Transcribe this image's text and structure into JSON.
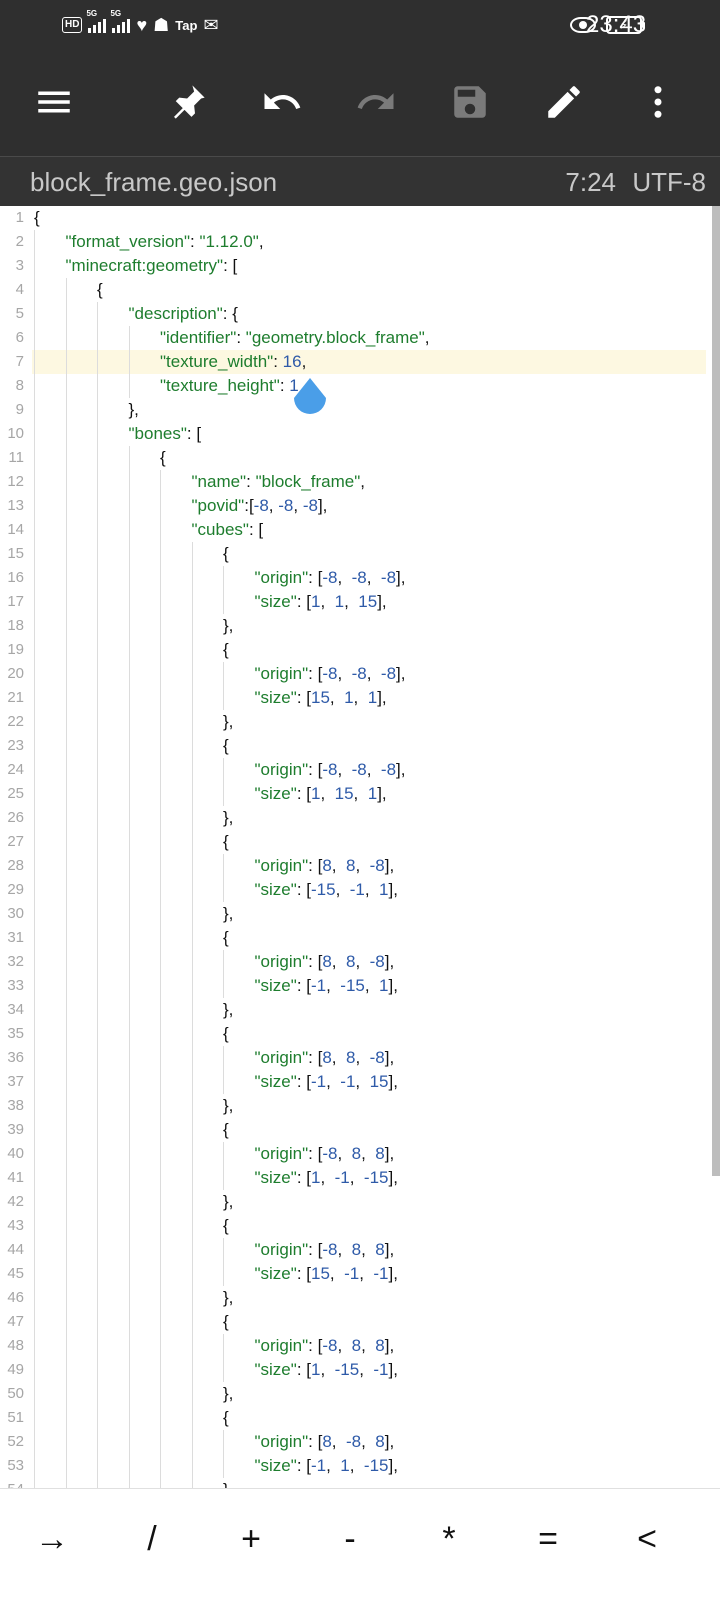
{
  "status_bar": {
    "hd_label": "HD",
    "signal_1_label": "5G",
    "signal_2_label": "5G",
    "tap_label": "Tap",
    "time": "23:43"
  },
  "toolbar": {
    "icons": [
      "menu-icon",
      "pin-icon",
      "undo-icon",
      "redo-icon",
      "save-icon",
      "edit-icon",
      "more-icon"
    ],
    "colors": {
      "background": "#2f2f2f",
      "active": "#ffffff",
      "disabled": "#7a7a7a"
    }
  },
  "file": {
    "name": "block_frame.geo.json",
    "cursor_position": "7:24",
    "encoding": "UTF-8"
  },
  "editor": {
    "current_line": 7,
    "colors": {
      "key": "#1e7d2e",
      "number": "#2e5aa8",
      "line_number": "#a6a6a6",
      "current_line_bg": "#fdf8e1"
    },
    "lines": [
      {
        "num": "1",
        "indent": 0,
        "parts": [
          [
            "p",
            "{"
          ]
        ]
      },
      {
        "num": "2",
        "indent": 1,
        "parts": [
          [
            "k",
            "\"format_version\""
          ],
          [
            "p",
            ": "
          ],
          [
            "s",
            "\"1.12.0\""
          ],
          [
            "p",
            ","
          ]
        ]
      },
      {
        "num": "3",
        "indent": 1,
        "parts": [
          [
            "k",
            "\"minecraft:geometry\""
          ],
          [
            "p",
            ": ["
          ]
        ]
      },
      {
        "num": "4",
        "indent": 2,
        "parts": [
          [
            "p",
            "{"
          ]
        ]
      },
      {
        "num": "5",
        "indent": 3,
        "parts": [
          [
            "k",
            "\"description\""
          ],
          [
            "p",
            ": {"
          ]
        ]
      },
      {
        "num": "6",
        "indent": 4,
        "parts": [
          [
            "k",
            "\"identifier\""
          ],
          [
            "p",
            ": "
          ],
          [
            "s",
            "\"geometry.block_frame\""
          ],
          [
            "p",
            ","
          ]
        ]
      },
      {
        "num": "7",
        "indent": 4,
        "parts": [
          [
            "k",
            "\"texture_width\""
          ],
          [
            "p",
            ": "
          ],
          [
            "n",
            "16"
          ],
          [
            "p",
            ","
          ]
        ]
      },
      {
        "num": "8",
        "indent": 4,
        "parts": [
          [
            "k",
            "\"texture_height\""
          ],
          [
            "p",
            ": "
          ],
          [
            "n",
            "1"
          ]
        ]
      },
      {
        "num": "9",
        "indent": 3,
        "parts": [
          [
            "p",
            "},"
          ]
        ]
      },
      {
        "num": "10",
        "indent": 3,
        "parts": [
          [
            "k",
            "\"bones\""
          ],
          [
            "p",
            ": ["
          ]
        ]
      },
      {
        "num": "11",
        "indent": 4,
        "parts": [
          [
            "p",
            "{"
          ]
        ]
      },
      {
        "num": "12",
        "indent": 5,
        "parts": [
          [
            "k",
            "\"name\""
          ],
          [
            "p",
            ": "
          ],
          [
            "s",
            "\"block_frame\""
          ],
          [
            "p",
            ","
          ]
        ]
      },
      {
        "num": "13",
        "indent": 5,
        "parts": [
          [
            "k",
            "\"povid\""
          ],
          [
            "p",
            ":["
          ],
          [
            "n",
            "-8"
          ],
          [
            "p",
            ", "
          ],
          [
            "n",
            "-8"
          ],
          [
            "p",
            ", "
          ],
          [
            "n",
            "-8"
          ],
          [
            "p",
            "],"
          ]
        ]
      },
      {
        "num": "14",
        "indent": 5,
        "parts": [
          [
            "k",
            "\"cubes\""
          ],
          [
            "p",
            ": ["
          ]
        ]
      },
      {
        "num": "15",
        "indent": 6,
        "parts": [
          [
            "p",
            "{"
          ]
        ]
      },
      {
        "num": "16",
        "indent": 7,
        "parts": [
          [
            "k",
            "\"origin\""
          ],
          [
            "p",
            ": ["
          ],
          [
            "n",
            "-8"
          ],
          [
            "p",
            ",  "
          ],
          [
            "n",
            "-8"
          ],
          [
            "p",
            ",  "
          ],
          [
            "n",
            "-8"
          ],
          [
            "p",
            "],"
          ]
        ]
      },
      {
        "num": "17",
        "indent": 7,
        "parts": [
          [
            "k",
            "\"size\""
          ],
          [
            "p",
            ": ["
          ],
          [
            "n",
            "1"
          ],
          [
            "p",
            ",  "
          ],
          [
            "n",
            "1"
          ],
          [
            "p",
            ",  "
          ],
          [
            "n",
            "15"
          ],
          [
            "p",
            "],"
          ]
        ]
      },
      {
        "num": "18",
        "indent": 6,
        "parts": [
          [
            "p",
            "},"
          ]
        ]
      },
      {
        "num": "19",
        "indent": 6,
        "parts": [
          [
            "p",
            "{"
          ]
        ]
      },
      {
        "num": "20",
        "indent": 7,
        "parts": [
          [
            "k",
            "\"origin\""
          ],
          [
            "p",
            ": ["
          ],
          [
            "n",
            "-8"
          ],
          [
            "p",
            ",  "
          ],
          [
            "n",
            "-8"
          ],
          [
            "p",
            ",  "
          ],
          [
            "n",
            "-8"
          ],
          [
            "p",
            "],"
          ]
        ]
      },
      {
        "num": "21",
        "indent": 7,
        "parts": [
          [
            "k",
            "\"size\""
          ],
          [
            "p",
            ": ["
          ],
          [
            "n",
            "15"
          ],
          [
            "p",
            ",  "
          ],
          [
            "n",
            "1"
          ],
          [
            "p",
            ",  "
          ],
          [
            "n",
            "1"
          ],
          [
            "p",
            "],"
          ]
        ]
      },
      {
        "num": "22",
        "indent": 6,
        "parts": [
          [
            "p",
            "},"
          ]
        ]
      },
      {
        "num": "23",
        "indent": 6,
        "parts": [
          [
            "p",
            "{"
          ]
        ]
      },
      {
        "num": "24",
        "indent": 7,
        "parts": [
          [
            "k",
            "\"origin\""
          ],
          [
            "p",
            ": ["
          ],
          [
            "n",
            "-8"
          ],
          [
            "p",
            ",  "
          ],
          [
            "n",
            "-8"
          ],
          [
            "p",
            ",  "
          ],
          [
            "n",
            "-8"
          ],
          [
            "p",
            "],"
          ]
        ]
      },
      {
        "num": "25",
        "indent": 7,
        "parts": [
          [
            "k",
            "\"size\""
          ],
          [
            "p",
            ": ["
          ],
          [
            "n",
            "1"
          ],
          [
            "p",
            ",  "
          ],
          [
            "n",
            "15"
          ],
          [
            "p",
            ",  "
          ],
          [
            "n",
            "1"
          ],
          [
            "p",
            "],"
          ]
        ]
      },
      {
        "num": "26",
        "indent": 6,
        "parts": [
          [
            "p",
            "},"
          ]
        ]
      },
      {
        "num": "27",
        "indent": 6,
        "parts": [
          [
            "p",
            "{"
          ]
        ]
      },
      {
        "num": "28",
        "indent": 7,
        "parts": [
          [
            "k",
            "\"origin\""
          ],
          [
            "p",
            ": ["
          ],
          [
            "n",
            "8"
          ],
          [
            "p",
            ",  "
          ],
          [
            "n",
            "8"
          ],
          [
            "p",
            ",  "
          ],
          [
            "n",
            "-8"
          ],
          [
            "p",
            "],"
          ]
        ]
      },
      {
        "num": "29",
        "indent": 7,
        "parts": [
          [
            "k",
            "\"size\""
          ],
          [
            "p",
            ": ["
          ],
          [
            "n",
            "-15"
          ],
          [
            "p",
            ",  "
          ],
          [
            "n",
            "-1"
          ],
          [
            "p",
            ",  "
          ],
          [
            "n",
            "1"
          ],
          [
            "p",
            "],"
          ]
        ]
      },
      {
        "num": "30",
        "indent": 6,
        "parts": [
          [
            "p",
            "},"
          ]
        ]
      },
      {
        "num": "31",
        "indent": 6,
        "parts": [
          [
            "p",
            "{"
          ]
        ]
      },
      {
        "num": "32",
        "indent": 7,
        "parts": [
          [
            "k",
            "\"origin\""
          ],
          [
            "p",
            ": ["
          ],
          [
            "n",
            "8"
          ],
          [
            "p",
            ",  "
          ],
          [
            "n",
            "8"
          ],
          [
            "p",
            ",  "
          ],
          [
            "n",
            "-8"
          ],
          [
            "p",
            "],"
          ]
        ]
      },
      {
        "num": "33",
        "indent": 7,
        "parts": [
          [
            "k",
            "\"size\""
          ],
          [
            "p",
            ": ["
          ],
          [
            "n",
            "-1"
          ],
          [
            "p",
            ",  "
          ],
          [
            "n",
            "-15"
          ],
          [
            "p",
            ",  "
          ],
          [
            "n",
            "1"
          ],
          [
            "p",
            "],"
          ]
        ]
      },
      {
        "num": "34",
        "indent": 6,
        "parts": [
          [
            "p",
            "},"
          ]
        ]
      },
      {
        "num": "35",
        "indent": 6,
        "parts": [
          [
            "p",
            "{"
          ]
        ]
      },
      {
        "num": "36",
        "indent": 7,
        "parts": [
          [
            "k",
            "\"origin\""
          ],
          [
            "p",
            ": ["
          ],
          [
            "n",
            "8"
          ],
          [
            "p",
            ",  "
          ],
          [
            "n",
            "8"
          ],
          [
            "p",
            ",  "
          ],
          [
            "n",
            "-8"
          ],
          [
            "p",
            "],"
          ]
        ]
      },
      {
        "num": "37",
        "indent": 7,
        "parts": [
          [
            "k",
            "\"size\""
          ],
          [
            "p",
            ": ["
          ],
          [
            "n",
            "-1"
          ],
          [
            "p",
            ",  "
          ],
          [
            "n",
            "-1"
          ],
          [
            "p",
            ",  "
          ],
          [
            "n",
            "15"
          ],
          [
            "p",
            "],"
          ]
        ]
      },
      {
        "num": "38",
        "indent": 6,
        "parts": [
          [
            "p",
            "},"
          ]
        ]
      },
      {
        "num": "39",
        "indent": 6,
        "parts": [
          [
            "p",
            "{"
          ]
        ]
      },
      {
        "num": "40",
        "indent": 7,
        "parts": [
          [
            "k",
            "\"origin\""
          ],
          [
            "p",
            ": ["
          ],
          [
            "n",
            "-8"
          ],
          [
            "p",
            ",  "
          ],
          [
            "n",
            "8"
          ],
          [
            "p",
            ",  "
          ],
          [
            "n",
            "8"
          ],
          [
            "p",
            "],"
          ]
        ]
      },
      {
        "num": "41",
        "indent": 7,
        "parts": [
          [
            "k",
            "\"size\""
          ],
          [
            "p",
            ": ["
          ],
          [
            "n",
            "1"
          ],
          [
            "p",
            ",  "
          ],
          [
            "n",
            "-1"
          ],
          [
            "p",
            ",  "
          ],
          [
            "n",
            "-15"
          ],
          [
            "p",
            "],"
          ]
        ]
      },
      {
        "num": "42",
        "indent": 6,
        "parts": [
          [
            "p",
            "},"
          ]
        ]
      },
      {
        "num": "43",
        "indent": 6,
        "parts": [
          [
            "p",
            "{"
          ]
        ]
      },
      {
        "num": "44",
        "indent": 7,
        "parts": [
          [
            "k",
            "\"origin\""
          ],
          [
            "p",
            ": ["
          ],
          [
            "n",
            "-8"
          ],
          [
            "p",
            ",  "
          ],
          [
            "n",
            "8"
          ],
          [
            "p",
            ",  "
          ],
          [
            "n",
            "8"
          ],
          [
            "p",
            "],"
          ]
        ]
      },
      {
        "num": "45",
        "indent": 7,
        "parts": [
          [
            "k",
            "\"size\""
          ],
          [
            "p",
            ": ["
          ],
          [
            "n",
            "15"
          ],
          [
            "p",
            ",  "
          ],
          [
            "n",
            "-1"
          ],
          [
            "p",
            ",  "
          ],
          [
            "n",
            "-1"
          ],
          [
            "p",
            "],"
          ]
        ]
      },
      {
        "num": "46",
        "indent": 6,
        "parts": [
          [
            "p",
            "},"
          ]
        ]
      },
      {
        "num": "47",
        "indent": 6,
        "parts": [
          [
            "p",
            "{"
          ]
        ]
      },
      {
        "num": "48",
        "indent": 7,
        "parts": [
          [
            "k",
            "\"origin\""
          ],
          [
            "p",
            ": ["
          ],
          [
            "n",
            "-8"
          ],
          [
            "p",
            ",  "
          ],
          [
            "n",
            "8"
          ],
          [
            "p",
            ",  "
          ],
          [
            "n",
            "8"
          ],
          [
            "p",
            "],"
          ]
        ]
      },
      {
        "num": "49",
        "indent": 7,
        "parts": [
          [
            "k",
            "\"size\""
          ],
          [
            "p",
            ": ["
          ],
          [
            "n",
            "1"
          ],
          [
            "p",
            ",  "
          ],
          [
            "n",
            "-15"
          ],
          [
            "p",
            ",  "
          ],
          [
            "n",
            "-1"
          ],
          [
            "p",
            "],"
          ]
        ]
      },
      {
        "num": "50",
        "indent": 6,
        "parts": [
          [
            "p",
            "},"
          ]
        ]
      },
      {
        "num": "51",
        "indent": 6,
        "parts": [
          [
            "p",
            "{"
          ]
        ]
      },
      {
        "num": "52",
        "indent": 7,
        "parts": [
          [
            "k",
            "\"origin\""
          ],
          [
            "p",
            ": ["
          ],
          [
            "n",
            "8"
          ],
          [
            "p",
            ",  "
          ],
          [
            "n",
            "-8"
          ],
          [
            "p",
            ",  "
          ],
          [
            "n",
            "8"
          ],
          [
            "p",
            "],"
          ]
        ]
      },
      {
        "num": "53",
        "indent": 7,
        "parts": [
          [
            "k",
            "\"size\""
          ],
          [
            "p",
            ": ["
          ],
          [
            "n",
            "-1"
          ],
          [
            "p",
            ",  "
          ],
          [
            "n",
            "1"
          ],
          [
            "p",
            ",  "
          ],
          [
            "n",
            "-15"
          ],
          [
            "p",
            "],"
          ]
        ]
      },
      {
        "num": "54",
        "indent": 6,
        "parts": [
          [
            "p",
            "}"
          ]
        ]
      }
    ]
  },
  "symbol_bar": {
    "symbols": [
      "→",
      "/",
      "+",
      "-",
      "*",
      "=",
      "<"
    ]
  }
}
